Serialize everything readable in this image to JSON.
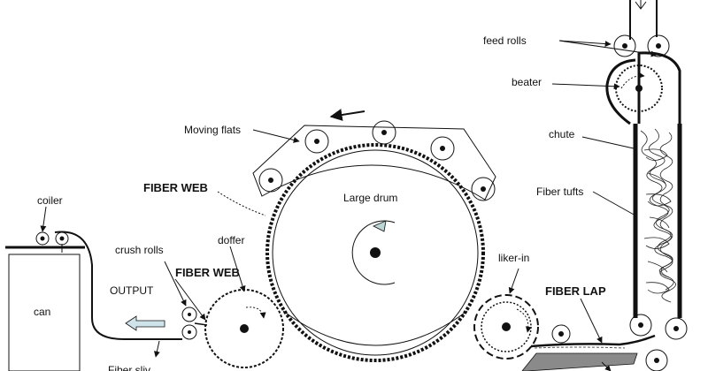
{
  "labels": {
    "feed_rolls": "feed rolls",
    "beater": "beater",
    "chute": "chute",
    "fiber_tufts": "Fiber tufts",
    "moving_flats": "Moving flats",
    "fiber_web_top": "FIBER WEB",
    "large_drum": "Large drum",
    "coiler": "coiler",
    "crush_rolls": "crush rolls",
    "doffer": "doffer",
    "fiber_web_mid": "FIBER WEB",
    "output": "OUTPUT",
    "can": "can",
    "liker_in": "liker-in",
    "fiber_lap": "FIBER LAP",
    "fiber_sliver_partial": "Fiber sliv"
  },
  "colors": {
    "line": "#111111",
    "output_arrow_fill": "#cfe3ea",
    "drum_arrow_fill": "#bcd6d6",
    "feed_plate": "#8a8a8a"
  }
}
